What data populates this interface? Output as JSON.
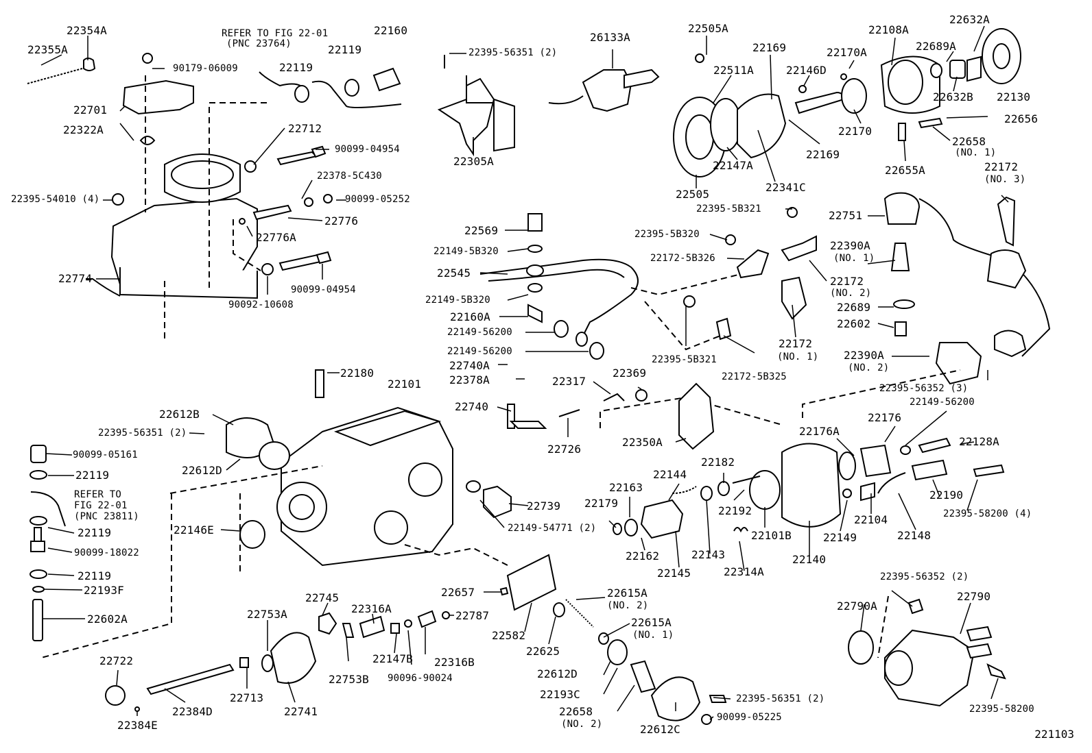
{
  "diagram": {
    "figure_id": "221103",
    "callouts": [
      {
        "id": "p1",
        "text": "22354A"
      },
      {
        "id": "p2",
        "text": "22355A"
      },
      {
        "id": "p3",
        "text": "REFER TO FIG 22-01"
      },
      {
        "id": "p4",
        "text": "(PNC 23764)"
      },
      {
        "id": "p5",
        "text": "22160"
      },
      {
        "id": "p6",
        "text": "22119"
      },
      {
        "id": "p7",
        "text": "22119"
      },
      {
        "id": "p8",
        "text": "90179-06009"
      },
      {
        "id": "p9",
        "text": "22701"
      },
      {
        "id": "p10",
        "text": "22322A"
      },
      {
        "id": "p11",
        "text": "22712"
      },
      {
        "id": "p12",
        "text": "90099-04954"
      },
      {
        "id": "p13",
        "text": "22378-5C430"
      },
      {
        "id": "p14",
        "text": "22395-54010 (4)"
      },
      {
        "id": "p15",
        "text": "90099-05252"
      },
      {
        "id": "p16",
        "text": "22776"
      },
      {
        "id": "p17",
        "text": "22776A"
      },
      {
        "id": "p18",
        "text": "22774"
      },
      {
        "id": "p19",
        "text": "90099-04954"
      },
      {
        "id": "p20",
        "text": "90092-10608"
      },
      {
        "id": "p21",
        "text": "22395-56351 (2)"
      },
      {
        "id": "p22",
        "text": "22305A"
      },
      {
        "id": "p23",
        "text": "26133A"
      },
      {
        "id": "p24",
        "text": "22505A"
      },
      {
        "id": "p25",
        "text": "22169"
      },
      {
        "id": "p26",
        "text": "22511A"
      },
      {
        "id": "p27",
        "text": "22170A"
      },
      {
        "id": "p28",
        "text": "22146D"
      },
      {
        "id": "p29",
        "text": "22108A"
      },
      {
        "id": "p30",
        "text": "22632A"
      },
      {
        "id": "p31",
        "text": "22689A"
      },
      {
        "id": "p32",
        "text": "22632B"
      },
      {
        "id": "p33",
        "text": "22130"
      },
      {
        "id": "p34",
        "text": "22656"
      },
      {
        "id": "p35",
        "text": "22658"
      },
      {
        "id": "p36",
        "text": "(NO. 1)"
      },
      {
        "id": "p37",
        "text": "22170"
      },
      {
        "id": "p38",
        "text": "22169"
      },
      {
        "id": "p39",
        "text": "22147A"
      },
      {
        "id": "p40",
        "text": "22505"
      },
      {
        "id": "p41",
        "text": "22341C"
      },
      {
        "id": "p42",
        "text": "22655A"
      },
      {
        "id": "p43",
        "text": "22172"
      },
      {
        "id": "p44",
        "text": "(NO. 3)"
      },
      {
        "id": "p45",
        "text": "22395-5B321"
      },
      {
        "id": "p46",
        "text": "22751"
      },
      {
        "id": "p47",
        "text": "22569"
      },
      {
        "id": "p48",
        "text": "22395-5B320"
      },
      {
        "id": "p49",
        "text": "22149-5B320"
      },
      {
        "id": "p50",
        "text": "22172-5B326"
      },
      {
        "id": "p51",
        "text": "22390A"
      },
      {
        "id": "p52",
        "text": "(NO. 1)"
      },
      {
        "id": "p53",
        "text": "22545"
      },
      {
        "id": "p54",
        "text": "22172"
      },
      {
        "id": "p55",
        "text": "(NO. 2)"
      },
      {
        "id": "p56",
        "text": "22149-5B320"
      },
      {
        "id": "p57",
        "text": "22689"
      },
      {
        "id": "p58",
        "text": "22160A"
      },
      {
        "id": "p59",
        "text": "22602"
      },
      {
        "id": "p60",
        "text": "22149-56200"
      },
      {
        "id": "p61",
        "text": "22172"
      },
      {
        "id": "p62",
        "text": "(NO. 1)"
      },
      {
        "id": "p63",
        "text": "22149-56200"
      },
      {
        "id": "p64",
        "text": "22740A"
      },
      {
        "id": "p65",
        "text": "22395-5B321"
      },
      {
        "id": "p66",
        "text": "22390A"
      },
      {
        "id": "p67",
        "text": "(NO. 2)"
      },
      {
        "id": "p68",
        "text": "22378A"
      },
      {
        "id": "p69",
        "text": "22172-5B325"
      },
      {
        "id": "p70",
        "text": "22395-56352 (3)"
      },
      {
        "id": "p71",
        "text": "22180"
      },
      {
        "id": "p72",
        "text": "22101"
      },
      {
        "id": "p73",
        "text": "22317"
      },
      {
        "id": "p74",
        "text": "22369"
      },
      {
        "id": "p75",
        "text": "22149-56200"
      },
      {
        "id": "p76",
        "text": "22740"
      },
      {
        "id": "p77",
        "text": "22612B"
      },
      {
        "id": "p78",
        "text": "22176"
      },
      {
        "id": "p79",
        "text": "22395-56351 (2)"
      },
      {
        "id": "p80",
        "text": "22176A"
      },
      {
        "id": "p81",
        "text": "22726"
      },
      {
        "id": "p82",
        "text": "22350A"
      },
      {
        "id": "p83",
        "text": "22128A"
      },
      {
        "id": "p84",
        "text": "90099-05161"
      },
      {
        "id": "p85",
        "text": "22612D"
      },
      {
        "id": "p86",
        "text": "22182"
      },
      {
        "id": "p87",
        "text": "22119"
      },
      {
        "id": "p88",
        "text": "22144"
      },
      {
        "id": "p89",
        "text": "REFER TO"
      },
      {
        "id": "p90",
        "text": "FIG 22-01"
      },
      {
        "id": "p91",
        "text": "(PNC 23811)"
      },
      {
        "id": "p92",
        "text": "22163"
      },
      {
        "id": "p93",
        "text": "22739"
      },
      {
        "id": "p94",
        "text": "22179"
      },
      {
        "id": "p95",
        "text": "22192"
      },
      {
        "id": "p96",
        "text": "22190"
      },
      {
        "id": "p97",
        "text": "22119"
      },
      {
        "id": "p98",
        "text": "22149-54771 (2)"
      },
      {
        "id": "p99",
        "text": "22146E"
      },
      {
        "id": "p100",
        "text": "22395-58200 (4)"
      },
      {
        "id": "p101",
        "text": "22101B"
      },
      {
        "id": "p102",
        "text": "22104"
      },
      {
        "id": "p103",
        "text": "90099-18022"
      },
      {
        "id": "p104",
        "text": "22148"
      },
      {
        "id": "p105",
        "text": "22149"
      },
      {
        "id": "p106",
        "text": "22162"
      },
      {
        "id": "p107",
        "text": "22143"
      },
      {
        "id": "p108",
        "text": "22119"
      },
      {
        "id": "p109",
        "text": "22145"
      },
      {
        "id": "p110",
        "text": "22140"
      },
      {
        "id": "p111",
        "text": "22193F"
      },
      {
        "id": "p112",
        "text": "22314A"
      },
      {
        "id": "p113",
        "text": "22745"
      },
      {
        "id": "p114",
        "text": "22615A"
      },
      {
        "id": "p115",
        "text": "(NO. 2)"
      },
      {
        "id": "p116",
        "text": "22657"
      },
      {
        "id": "p117",
        "text": "22395-56352 (2)"
      },
      {
        "id": "p118",
        "text": "22316A"
      },
      {
        "id": "p119",
        "text": "22753A"
      },
      {
        "id": "p120",
        "text": "22787"
      },
      {
        "id": "p121",
        "text": "22602A"
      },
      {
        "id": "p122",
        "text": "22615A"
      },
      {
        "id": "p123",
        "text": "(NO. 1)"
      },
      {
        "id": "p124",
        "text": "22790A"
      },
      {
        "id": "p125",
        "text": "22790"
      },
      {
        "id": "p126",
        "text": "22582"
      },
      {
        "id": "p127",
        "text": "22625"
      },
      {
        "id": "p128",
        "text": "22147B"
      },
      {
        "id": "p129",
        "text": "22316B"
      },
      {
        "id": "p130",
        "text": "22722"
      },
      {
        "id": "p131",
        "text": "22753B"
      },
      {
        "id": "p132",
        "text": "90096-90024"
      },
      {
        "id": "p133",
        "text": "22612D"
      },
      {
        "id": "p134",
        "text": "22713"
      },
      {
        "id": "p135",
        "text": "22193C"
      },
      {
        "id": "p136",
        "text": "22395-56351 (2)"
      },
      {
        "id": "p137",
        "text": "22384D"
      },
      {
        "id": "p138",
        "text": "22741"
      },
      {
        "id": "p139",
        "text": "22658"
      },
      {
        "id": "p140",
        "text": "(NO. 2)"
      },
      {
        "id": "p141",
        "text": "22395-58200"
      },
      {
        "id": "p142",
        "text": "22384E"
      },
      {
        "id": "p143",
        "text": "22612C"
      },
      {
        "id": "p144",
        "text": "90099-05225"
      }
    ]
  }
}
